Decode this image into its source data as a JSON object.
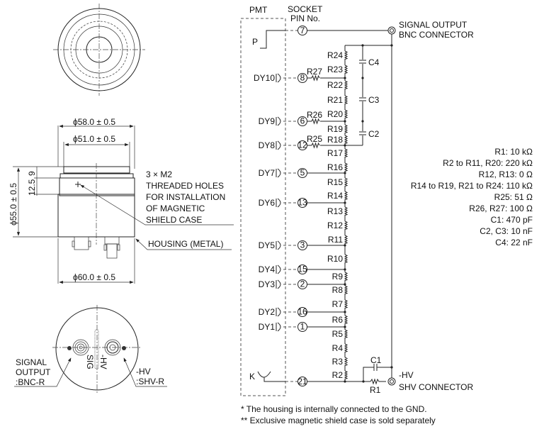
{
  "drawing": {
    "dim_flange": "ϕ58.0 ± 0.5",
    "dim_window": "ϕ51.0 ± 0.5",
    "dim_body": "ϕ60.0 ± 0.5",
    "dim_height": "ϕ55.0 ± 0.5",
    "dim_12_5": "12.5",
    "dim_9": "9",
    "holes_note": [
      "3 × M2",
      "THREADED HOLES",
      "FOR INSTALLATION",
      "OF MAGNETIC",
      "SHIELD CASE"
    ],
    "housing_label": "HOUSING (METAL)",
    "signal_output_label": [
      "SIGNAL",
      "OUTPUT",
      ":BNC-R"
    ],
    "hv_label": [
      "-HV",
      ":SHV-R"
    ],
    "bottom_sig": "SIG",
    "bottom_hv": "-HV"
  },
  "circuit": {
    "pmt_label": "PMT",
    "socket_label": [
      "SOCKET",
      "PIN No."
    ],
    "signal_output": [
      "SIGNAL OUTPUT",
      "BNC CONNECTOR"
    ],
    "hv": [
      "-HV",
      "SHV CONNECTOR"
    ],
    "anode": "P",
    "cathode": "K",
    "dynodes": [
      {
        "name": "DY10",
        "pin": "8"
      },
      {
        "name": "DY9",
        "pin": "6"
      },
      {
        "name": "DY8",
        "pin": "12"
      },
      {
        "name": "DY7",
        "pin": "5"
      },
      {
        "name": "DY6",
        "pin": "13"
      },
      {
        "name": "DY5",
        "pin": "3"
      },
      {
        "name": "DY4",
        "pin": "15"
      },
      {
        "name": "DY3",
        "pin": "2"
      },
      {
        "name": "DY2",
        "pin": "16"
      },
      {
        "name": "DY1",
        "pin": "1"
      }
    ],
    "anode_pin": "7",
    "cathode_pin": "21",
    "resistors": [
      "R24",
      "R23",
      "R22",
      "R21",
      "R20",
      "R19",
      "R18",
      "R17",
      "R16",
      "R15",
      "R14",
      "R13",
      "R12",
      "R11",
      "R10",
      "R9",
      "R8",
      "R7",
      "R6",
      "R5",
      "R4",
      "R3",
      "R2"
    ],
    "damping_resistors": [
      "R27",
      "R26",
      "R25"
    ],
    "capacitors": [
      "C4",
      "C3",
      "C2"
    ],
    "c1": "C1",
    "r1": "R1"
  },
  "values": [
    "R1: 10 kΩ",
    "R2 to R11, R20: 220 kΩ",
    "R12, R13: 0 Ω",
    "R14 to R19, R21 to R24: 110 kΩ",
    "R25: 51 Ω",
    "R26, R27: 100 Ω",
    "C1: 470 pF",
    "C2, C3: 10 nF",
    "C4: 22 nF"
  ],
  "notes": [
    "*  The housing is internally connected to the GND.",
    "** Exclusive magnetic shield case is sold separately"
  ]
}
